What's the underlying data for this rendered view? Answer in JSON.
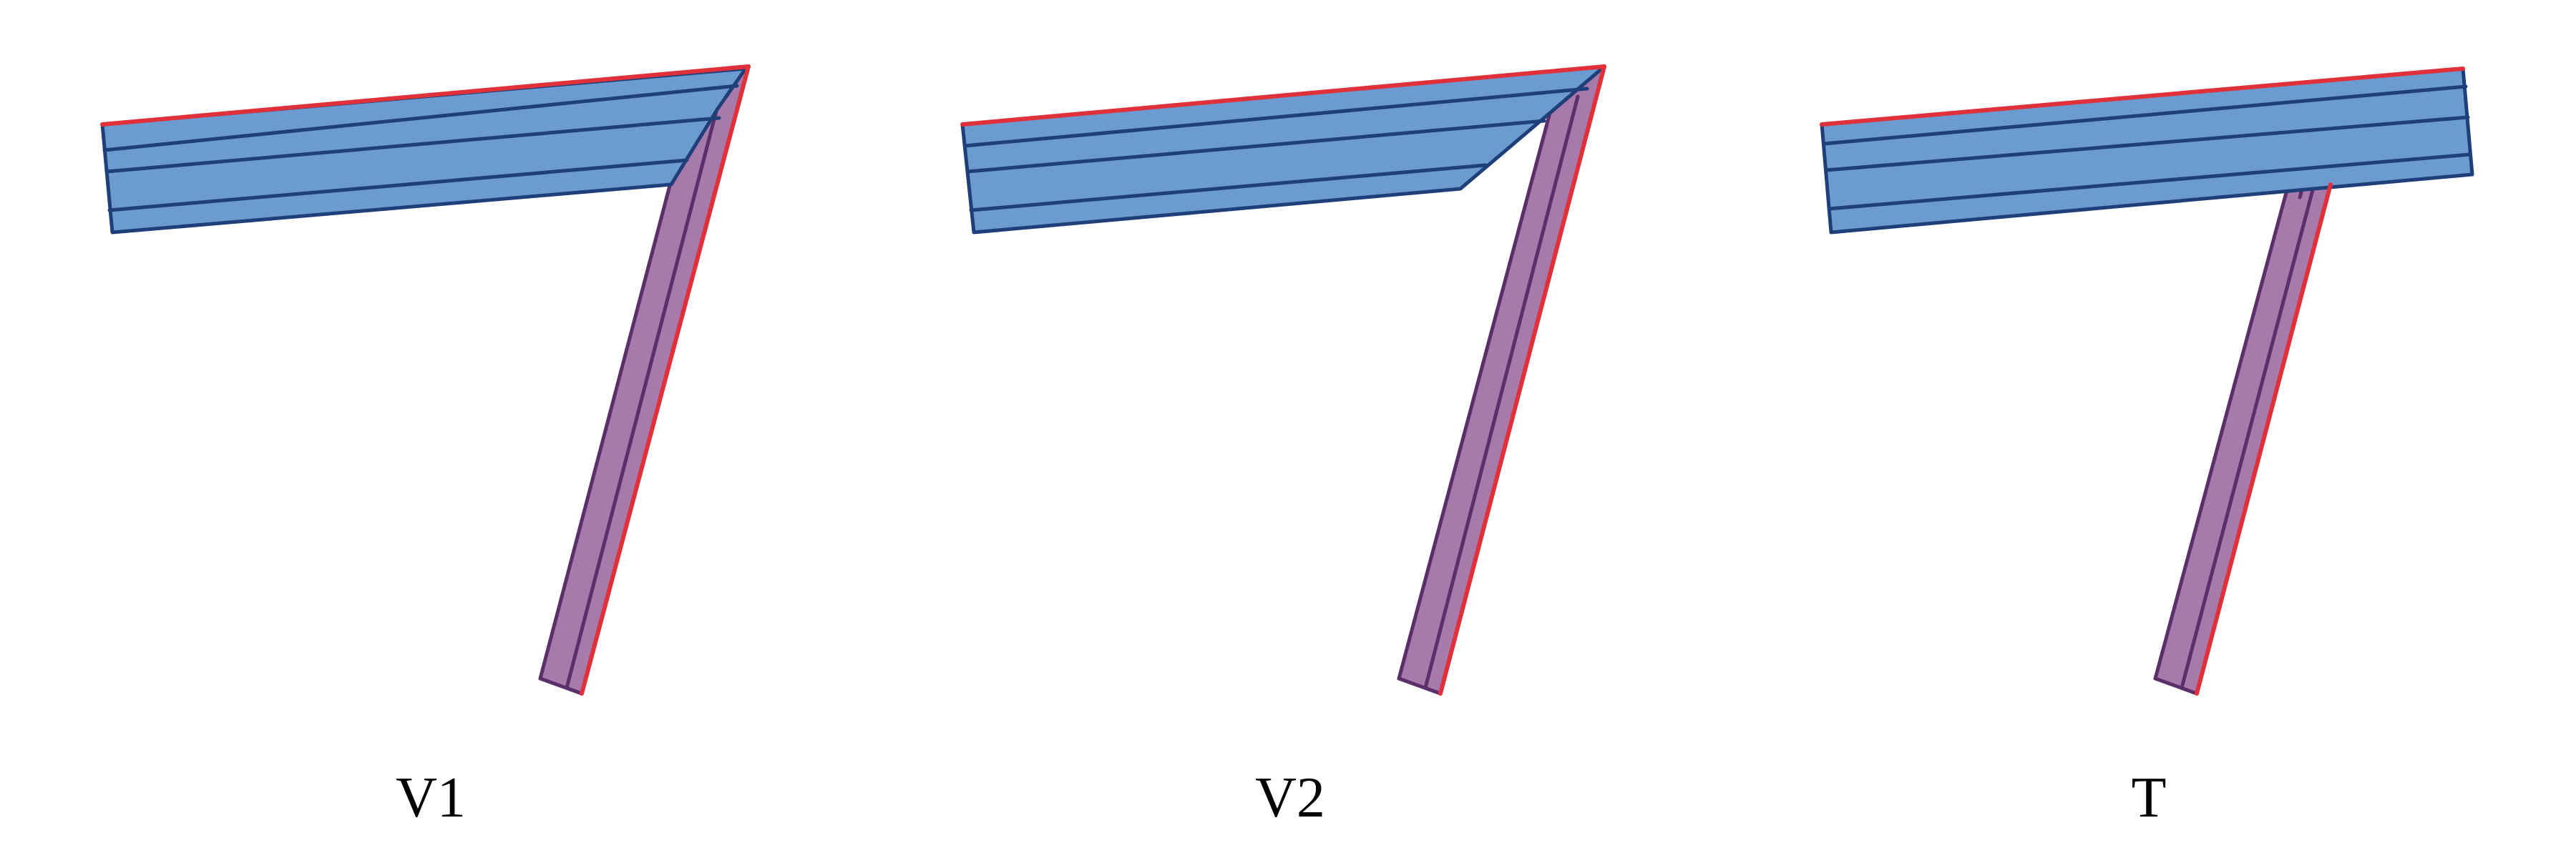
{
  "colors": {
    "plate_fill": "#6b9bd1",
    "plate_stroke": "#1f3f7a",
    "web_fill": "#a87aab",
    "web_stroke": "#5a2f6a",
    "edge_highlight": "#e0303a",
    "background": "#ffffff"
  },
  "panels": [
    {
      "label": "V1"
    },
    {
      "label": "V2"
    },
    {
      "label": "T"
    }
  ]
}
